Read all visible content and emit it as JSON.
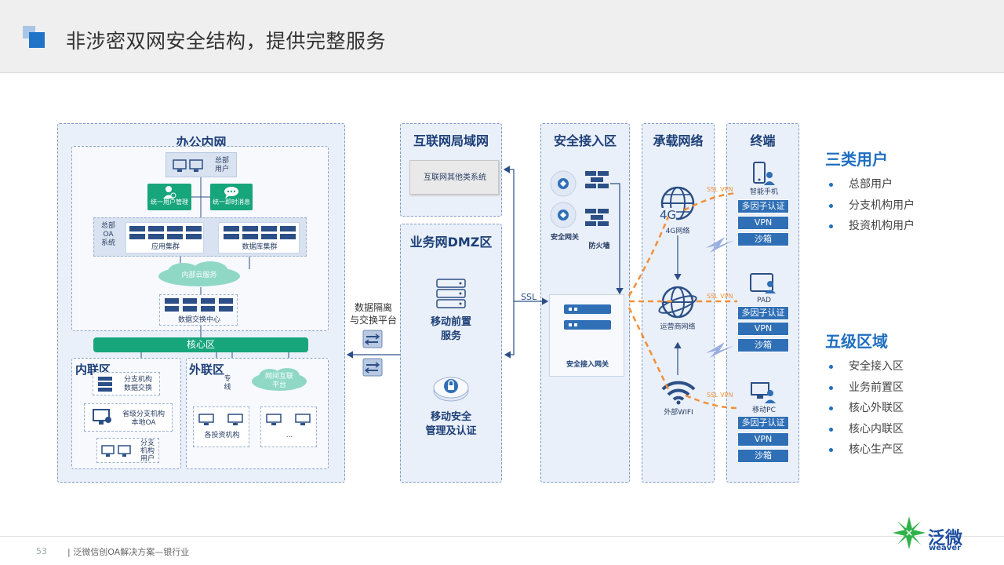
{
  "header": {
    "title": "非涉密双网安全结构，提供完整服务"
  },
  "office_net": {
    "title": "办公内网",
    "hq_users": "总部\n用户",
    "unified_user_mgmt": "统一用户管理",
    "unified_im": "统一即时消息",
    "hq_oa": "总部\nOA\n系统",
    "app_cluster": "应用集群",
    "db_cluster": "数据库集群",
    "cloud_service": "内部云服务",
    "data_exchange_center": "数据交换中心",
    "core_zone": "核心区",
    "inner_link": {
      "title": "内联区",
      "branch_data": "分支机构\n数据交换",
      "prov_oa": "省级分支机构\n本地OA",
      "branch_users": "分支\n机构\n用户"
    },
    "outer_link": {
      "title": "外联区",
      "dedicated_line": "专\n线",
      "inter_platform": "网间互联\n平台",
      "investment_orgs": "各投资机构",
      "ellipsis": "..."
    }
  },
  "isolation": {
    "label": "数据隔离\n与交换平台"
  },
  "internet_lan": {
    "title": "互联网局域网",
    "other_systems": "互联网其他类系统"
  },
  "dmz": {
    "title": "业务网DMZ区",
    "mobile_front": "移动前置\n服务",
    "mobile_security": "移动安全\n管理及认证"
  },
  "ssl_label": "SSL",
  "access_zone": {
    "title": "安全接入区",
    "gateway": "安全网关",
    "firewall": "防火墙",
    "access_gateway": "安全接入网关"
  },
  "carrier": {
    "title": "承载网络",
    "g4": "4G网络",
    "g4_icon_text": "4G",
    "operator": "运营商网络",
    "wifi": "外部WIFI",
    "ssl_vpn": "SSL VPN"
  },
  "terminal": {
    "title": "终端",
    "groups": [
      {
        "device": "智能手机",
        "tags": [
          "多因子认证",
          "VPN",
          "沙箱"
        ]
      },
      {
        "device": "PAD",
        "tags": [
          "多因子认证",
          "VPN",
          "沙箱"
        ]
      },
      {
        "device": "移动PC",
        "tags": [
          "多因子认证",
          "VPN",
          "沙箱"
        ]
      }
    ]
  },
  "right_panel": {
    "users_title": "三类用户",
    "users": [
      "总部用户",
      "分支机构用户",
      "投资机构用户"
    ],
    "zones_title": "五级区域",
    "zones": [
      "安全接入区",
      "业务前置区",
      "核心外联区",
      "核心内联区",
      "核心生产区"
    ]
  },
  "footer": {
    "page": "53",
    "text": "| 泛微信创OA解决方案—银行业",
    "logo_cn": "泛微",
    "logo_en": "weaver"
  },
  "colors": {
    "accent": "#1f74c8",
    "green": "#17a57c",
    "tag_blue": "#2f6fb6",
    "vpn_orange": "#f0903a"
  }
}
